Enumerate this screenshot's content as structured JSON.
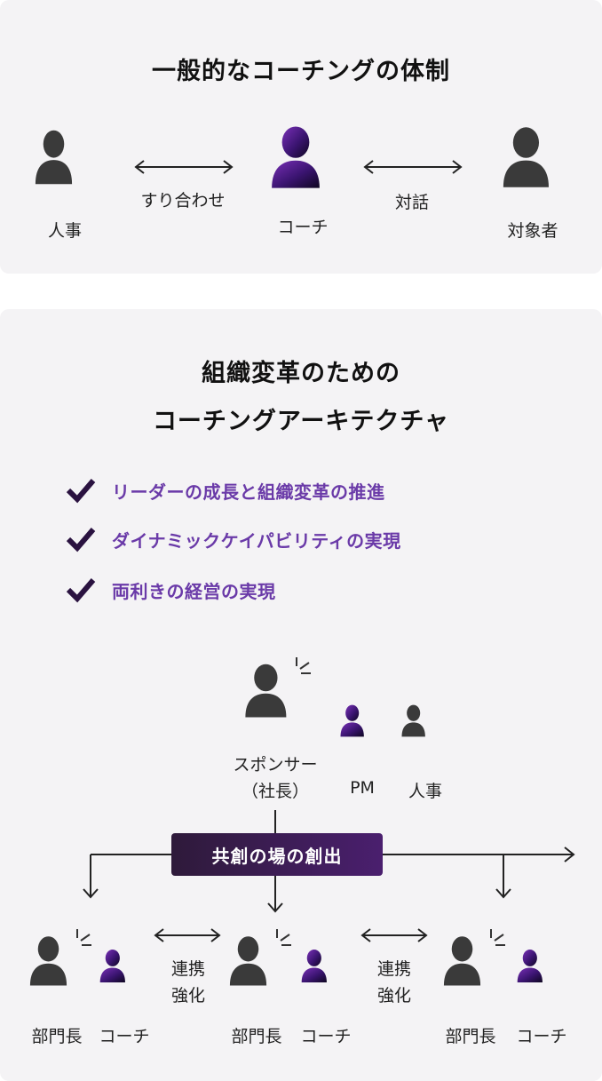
{
  "top": {
    "title": "一般的なコーチングの体制",
    "people": {
      "hr": "人事",
      "coach": "コーチ",
      "target": "対象者"
    },
    "links": {
      "left": "すり合わせ",
      "right": "対話"
    }
  },
  "bottom": {
    "title_line1": "組織変革のための",
    "title_line2": "コーチングアーキテクチャ",
    "checks": [
      "リーダーの成長と組織変革の推進",
      "ダイナミックケイパビリティの実現",
      "両利きの経営の実現"
    ],
    "sponsor_line1": "スポンサー",
    "sponsor_line2": "（社長）",
    "pm": "PM",
    "hr": "人事",
    "cocreate": "共創の場の創出",
    "groups": [
      {
        "leader": "部門長",
        "coach": "コーチ"
      },
      {
        "leader": "部門長",
        "coach": "コーチ"
      },
      {
        "leader": "部門長",
        "coach": "コーチ"
      }
    ],
    "links": [
      {
        "line1": "連携",
        "line2": "強化"
      },
      {
        "line1": "連携",
        "line2": "強化"
      }
    ]
  },
  "colors": {
    "panel": "#f4f3f5",
    "person_dark": "#3a3a3a",
    "coach_grad_start": "#6a2aa8",
    "coach_grad_end": "#12082a",
    "accent_text": "#6a3aa8"
  }
}
